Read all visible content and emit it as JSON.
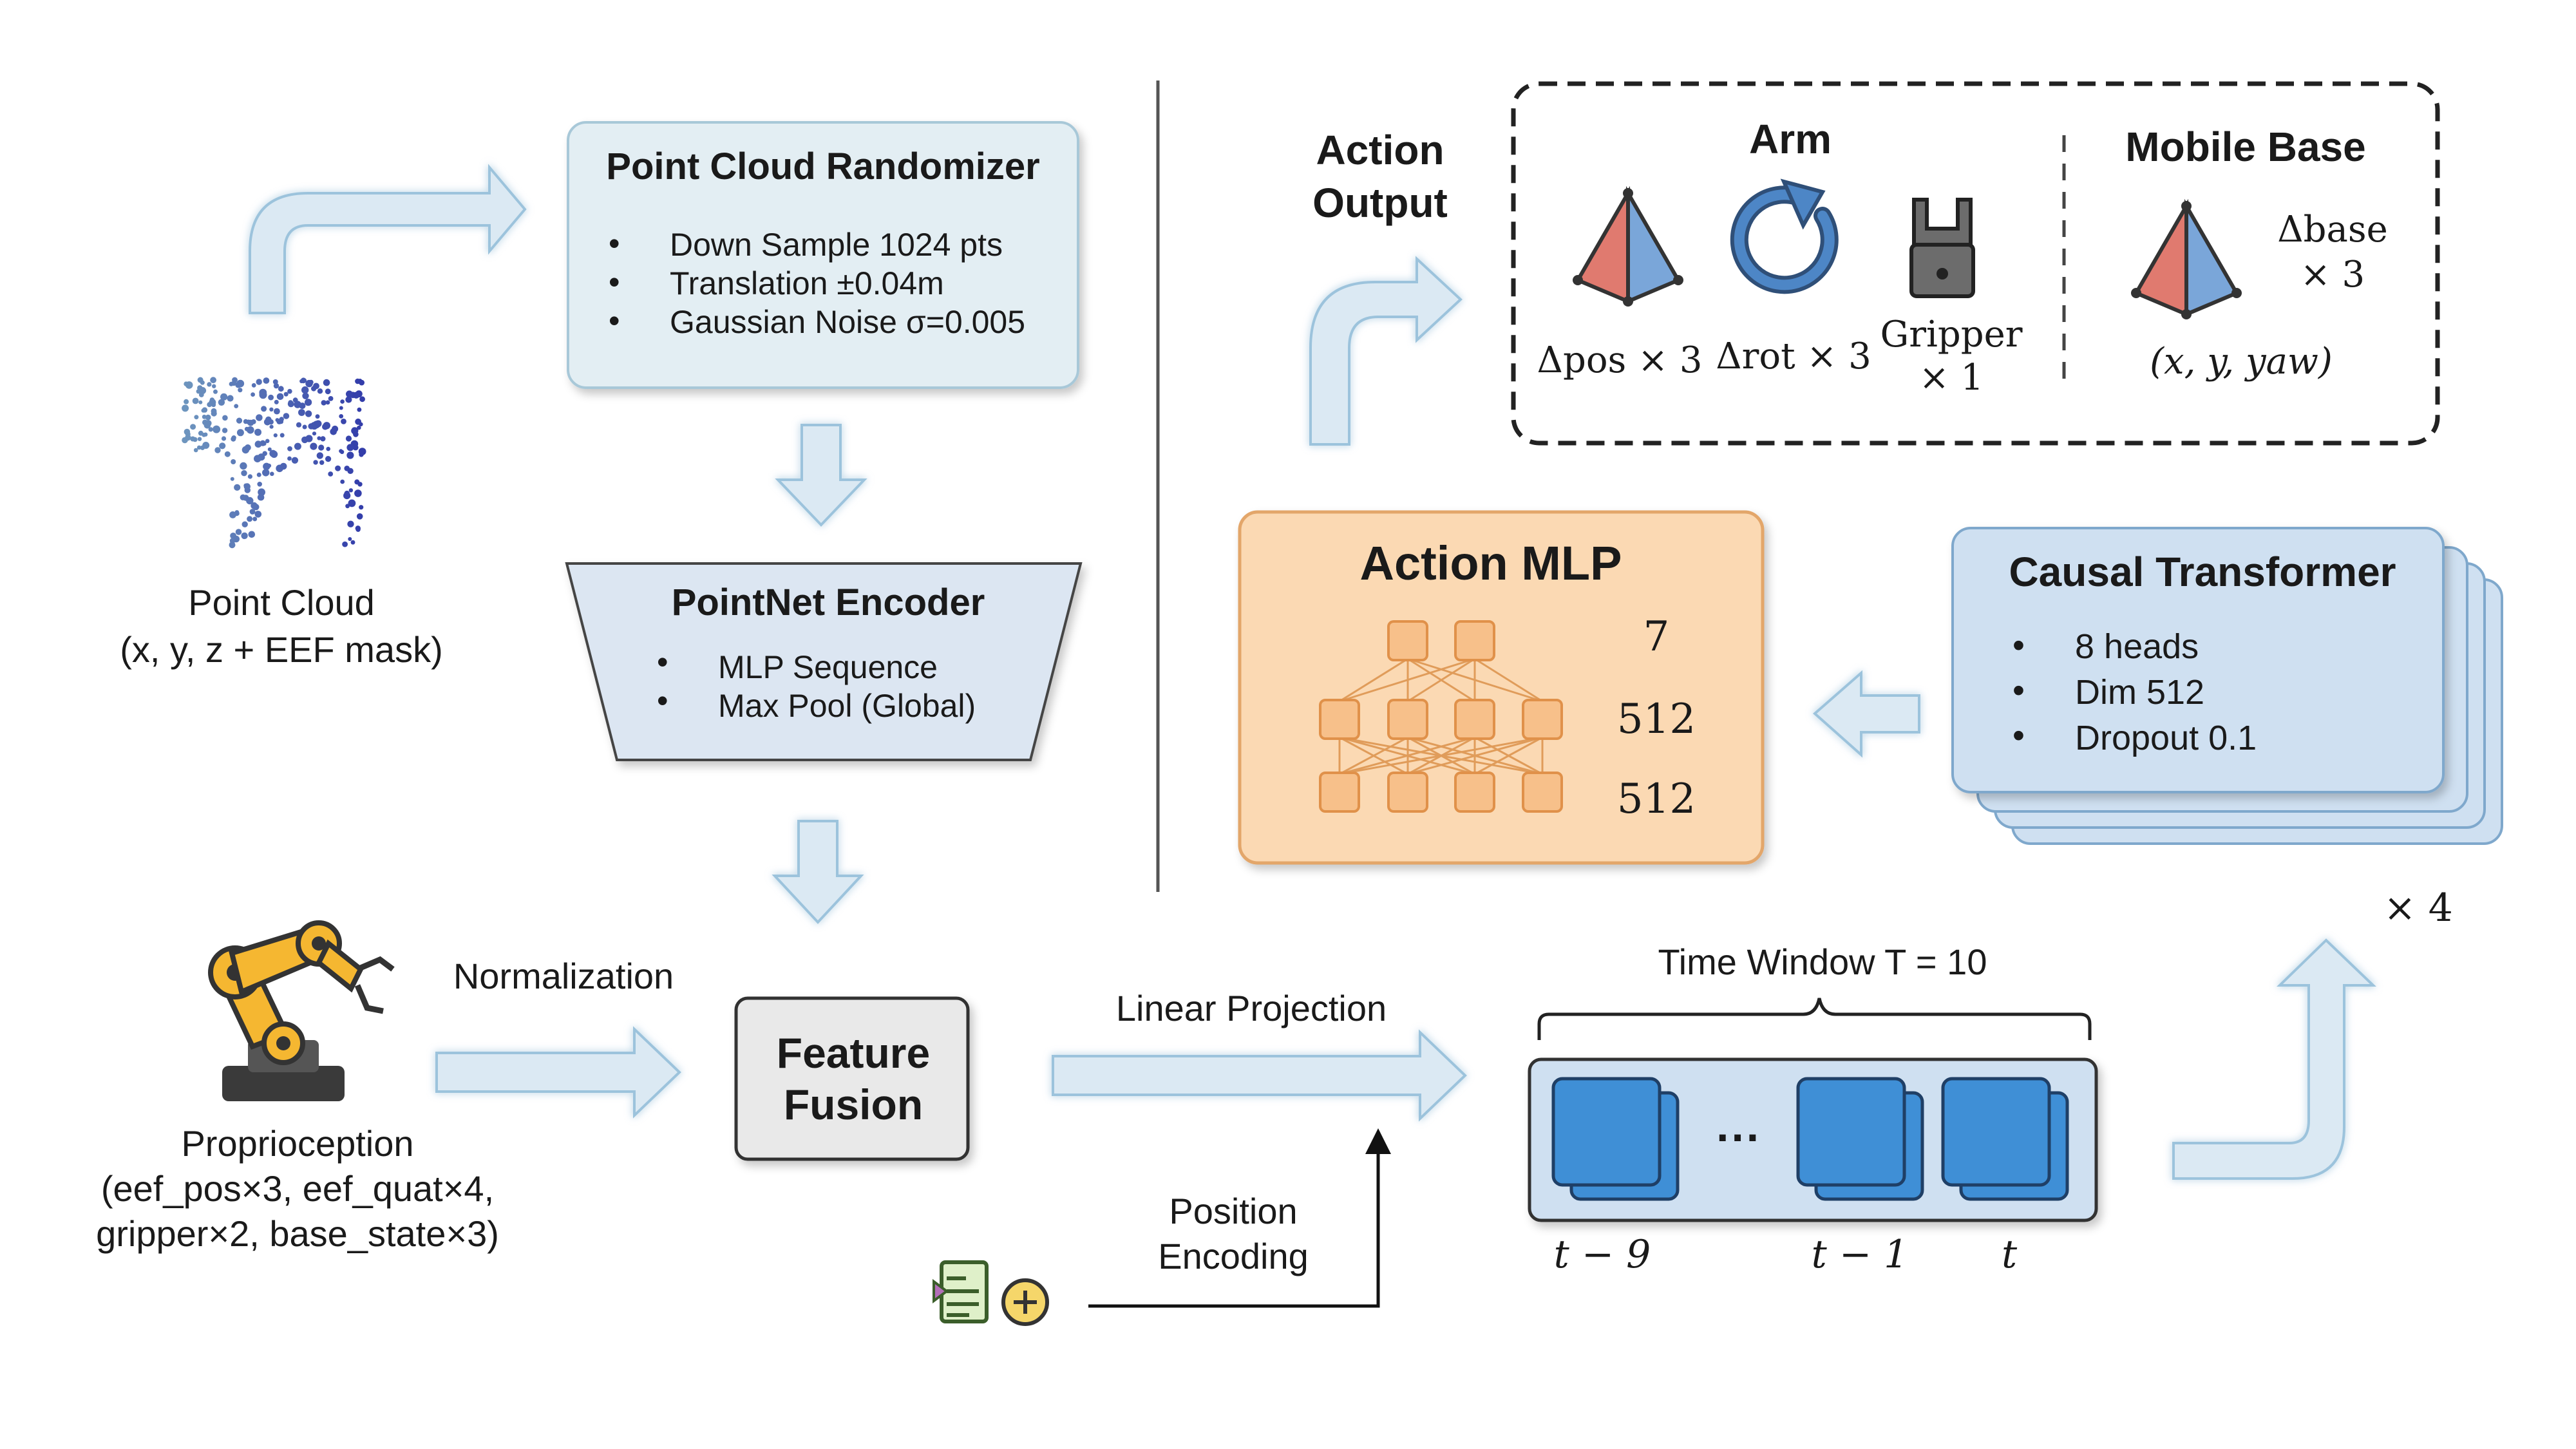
{
  "colors": {
    "light_blue_box": "#e3eef3",
    "encoder_box": "#dce6f2",
    "orange_box": "#fbd9b3",
    "orange_node": "#f7c08a",
    "transformer_box": "#cfe0f1",
    "arrow_fill": "#dbe9f3",
    "token_blue": "#3f8fd6",
    "gray_box": "#e9e9e9"
  },
  "point_cloud": {
    "icon": "point-cloud-icon",
    "label_line1": "Point Cloud",
    "label_line2": "(x, y, z + EEF mask)"
  },
  "randomizer": {
    "title": "Point Cloud Randomizer",
    "items": [
      "Down Sample 1024 pts",
      "Translation ±0.04m",
      "Gaussian Noise σ=0.005"
    ]
  },
  "encoder": {
    "title": "PointNet Encoder",
    "items": [
      "MLP Sequence",
      "Max Pool (Global)"
    ]
  },
  "proprioception": {
    "icon": "robot-arm-icon",
    "label_line1": "Proprioception",
    "label_line2": "(eef_pos×3, eef_quat×4,",
    "label_line3": "gripper×2, base_state×3)"
  },
  "normalization_label": "Normalization",
  "feature_fusion": {
    "line1": "Feature",
    "line2": "Fusion"
  },
  "linear_projection_label": "Linear Projection",
  "position_encoding": {
    "line1": "Position",
    "line2": "Encoding",
    "icon": "document-plus-icon"
  },
  "time_window": {
    "label": "Time Window T = 10",
    "tokens": [
      "t − 9",
      "t − 1",
      "t"
    ],
    "ellipsis": "···"
  },
  "transformer": {
    "title": "Causal Transformer",
    "items": [
      "8 heads",
      "Dim 512",
      "Dropout 0.1"
    ],
    "repeat_label": "× 4"
  },
  "action_mlp": {
    "title": "Action MLP",
    "layer_sizes": [
      "7",
      "512",
      "512"
    ]
  },
  "action_output": {
    "label_line1": "Action",
    "label_line2": "Output",
    "arm": {
      "title": "Arm",
      "pos_label": "Δpos × 3",
      "rot_label": "Δrot × 3",
      "gripper_line1": "Gripper",
      "gripper_line2": "× 1"
    },
    "mobile_base": {
      "title": "Mobile Base",
      "delta_line1": "Δbase",
      "delta_line2": "× 3",
      "coords": "(x, y, yaw)"
    }
  }
}
